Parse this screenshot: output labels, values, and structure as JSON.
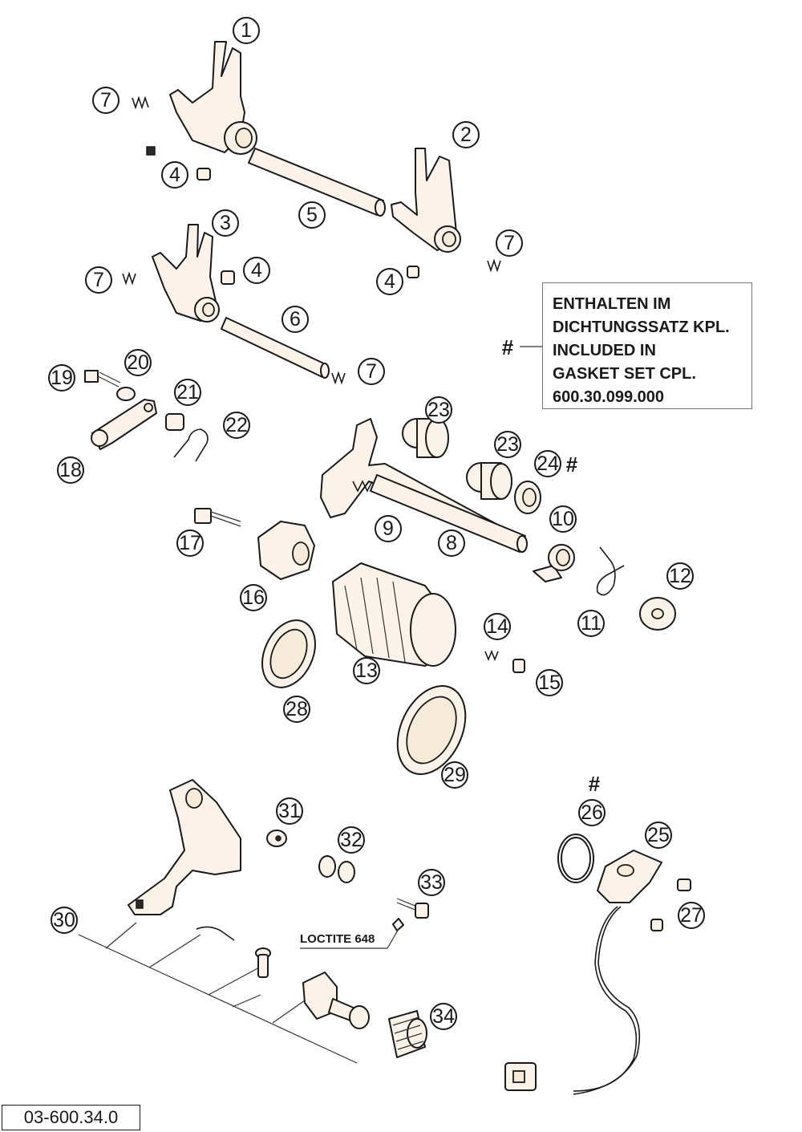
{
  "callouts": {
    "c1": "1",
    "c2": "2",
    "c3": "3",
    "c4a": "4",
    "c4b": "4",
    "c4c": "4",
    "c5": "5",
    "c6": "6",
    "c7a": "7",
    "c7b": "7",
    "c7c": "7",
    "c7d": "7",
    "c8": "8",
    "c9": "9",
    "c10": "10",
    "c11": "11",
    "c12": "12",
    "c13": "13",
    "c14": "14",
    "c15": "15",
    "c16": "16",
    "c17": "17",
    "c18": "18",
    "c19": "19",
    "c20": "20",
    "c21": "21",
    "c22": "22",
    "c23a": "23",
    "c23b": "23",
    "c24": "24",
    "c25": "25",
    "c26": "26",
    "c27": "27",
    "c28": "28",
    "c29": "29",
    "c30": "30",
    "c31": "31",
    "c32": "32",
    "c33": "33",
    "c34": "34"
  },
  "markers": {
    "hash_note": "#",
    "hash_24": "#",
    "hash_26": "#"
  },
  "note": {
    "line1": "ENTHALTEN IM",
    "line2": "DICHTUNGSSATZ KPL.",
    "line3": "INCLUDED IN",
    "line4": "GASKET SET CPL.",
    "line5": "600.30.099.000"
  },
  "loctite_label": "LOCTITE 648",
  "doc_number": "03-600.34.0"
}
